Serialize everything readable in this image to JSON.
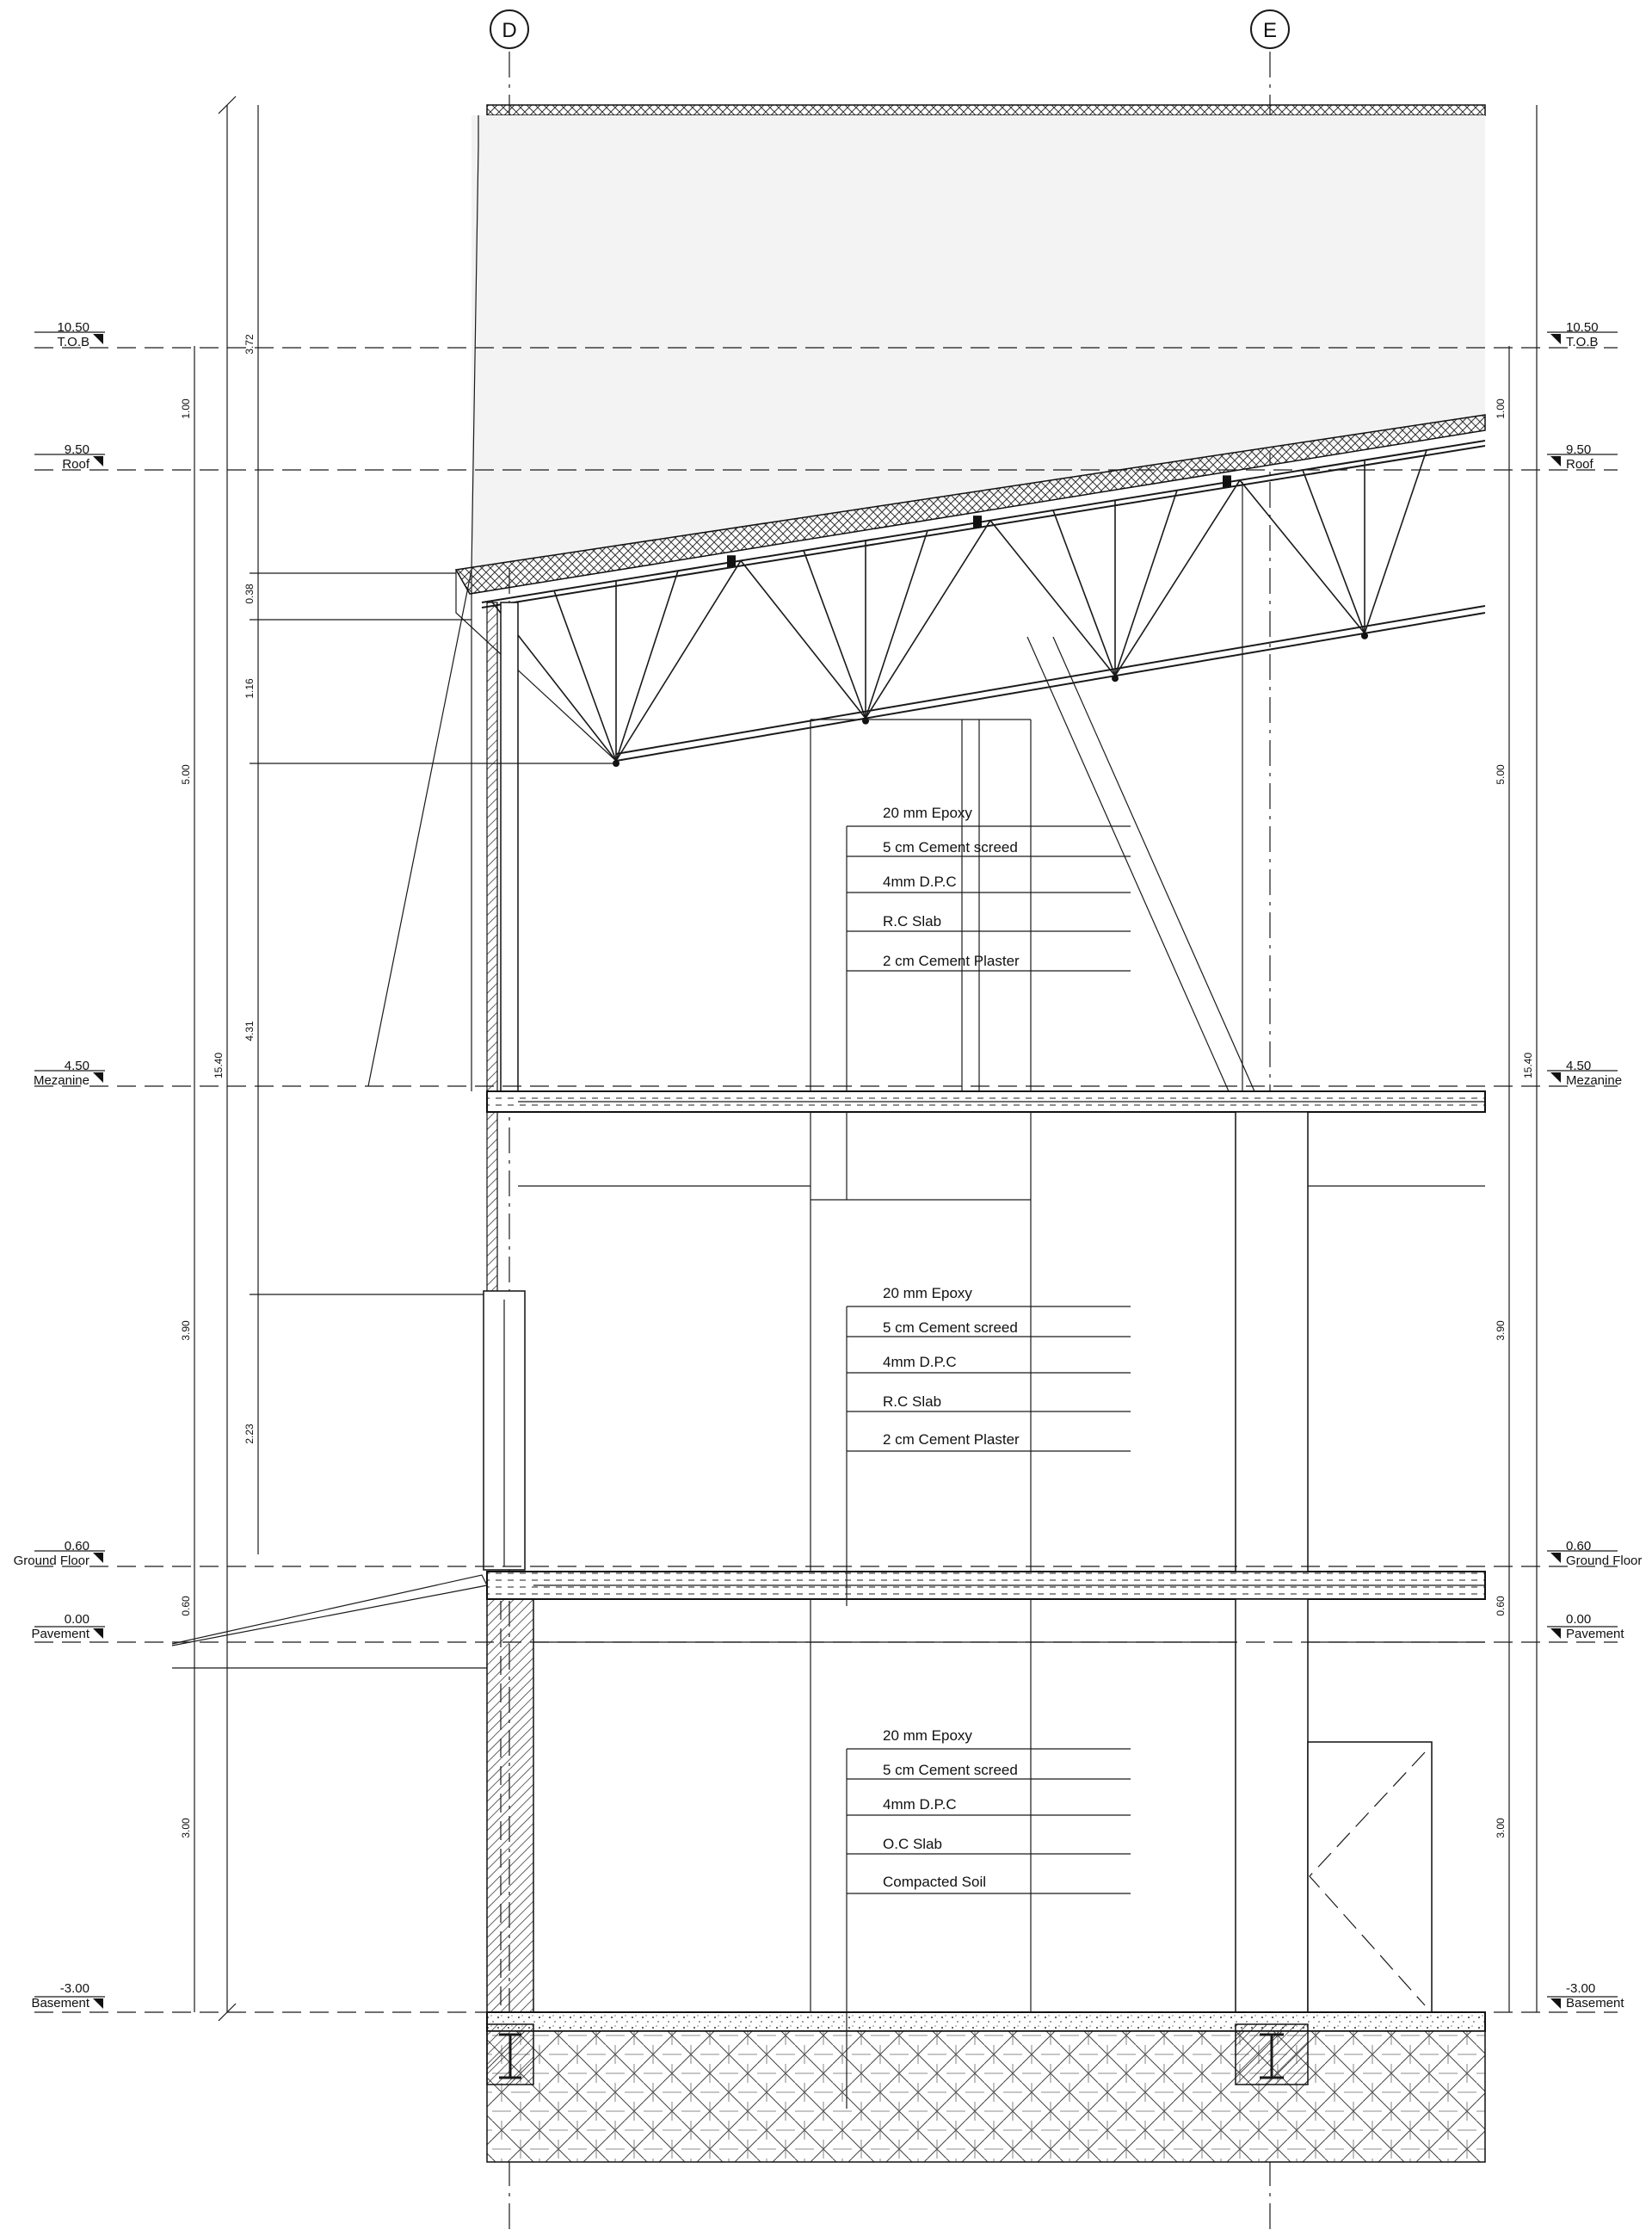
{
  "grid_lines": [
    {
      "id": "D",
      "label": "D"
    },
    {
      "id": "E",
      "label": "E"
    }
  ],
  "levels": [
    {
      "elev": "10.50",
      "name": "T.O.B"
    },
    {
      "elev": "9.50",
      "name": "Roof"
    },
    {
      "elev": "4.50",
      "name": "Mezanine"
    },
    {
      "elev": "0.60",
      "name": "Ground Floor"
    },
    {
      "elev": "0.00",
      "name": "Pavement"
    },
    {
      "elev": "-3.00",
      "name": "Basement"
    }
  ],
  "dimensions": {
    "left_outer": [
      "15.40"
    ],
    "left_mid": [
      "1.00",
      "5.00",
      "3.90",
      "0.60",
      "3.00"
    ],
    "left_inner": [
      "3.72",
      "0.38",
      "1.16",
      "4.31",
      "2.23"
    ],
    "right_mid": [
      "1.00",
      "5.00",
      "3.90",
      "0.60",
      "3.00"
    ],
    "right_total": [
      "15.40"
    ]
  },
  "floor_notes": [
    {
      "layers": [
        "20 mm Epoxy",
        "5 cm Cement screed",
        "4mm D.P.C",
        "R.C Slab",
        "2 cm Cement Plaster"
      ]
    },
    {
      "layers": [
        "20 mm Epoxy",
        "5 cm Cement screed",
        "4mm D.P.C",
        "R.C Slab",
        "2 cm Cement Plaster"
      ]
    },
    {
      "layers": [
        "20 mm Epoxy",
        "5 cm Cement screed",
        "4mm D.P.C",
        "O.C Slab",
        "Compacted Soil"
      ]
    }
  ]
}
